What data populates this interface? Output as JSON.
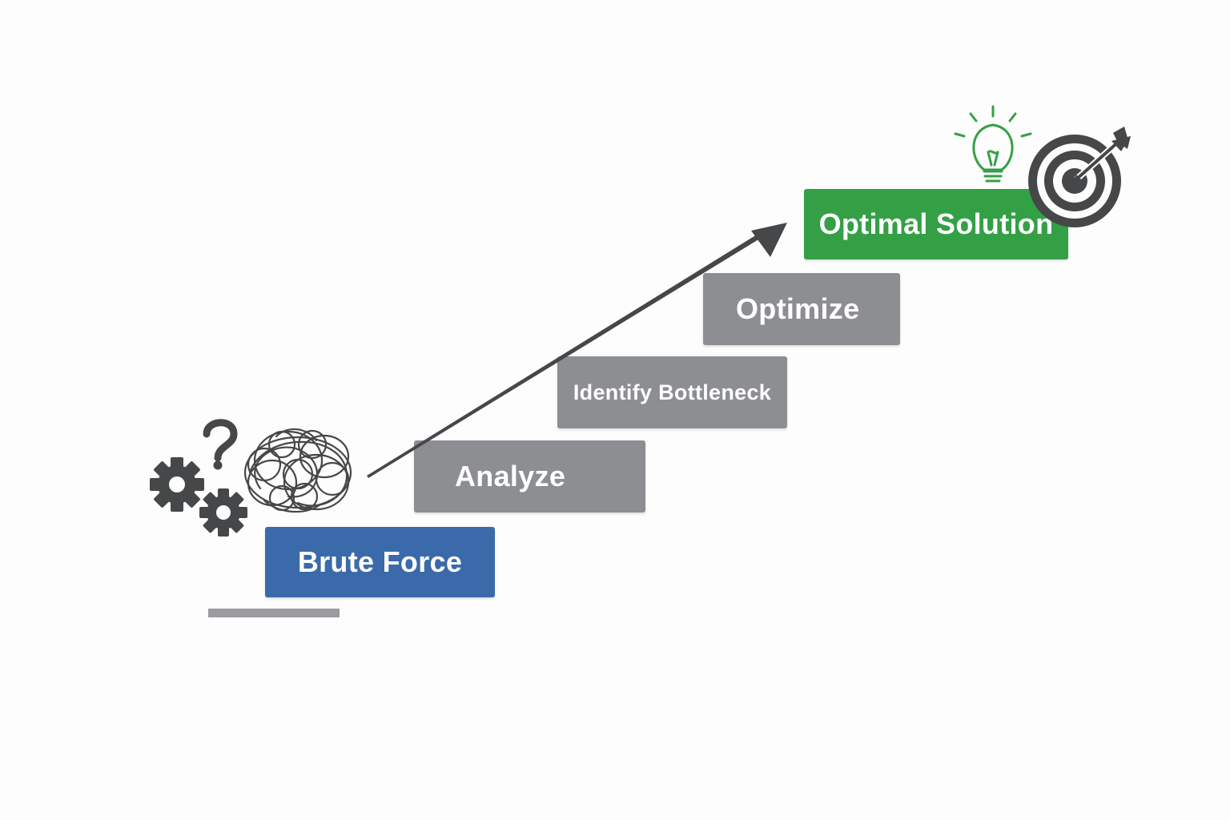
{
  "steps": {
    "brute_force": "Brute Force",
    "analyze": "Analyze",
    "identify_bottleneck": "Identify Bottleneck",
    "optimize": "Optimize",
    "optimal_solution": "Optimal Solution"
  },
  "colors": {
    "brute_force": "#3a6aaa",
    "intermediate": "#8c8e91",
    "optimal": "#34a045",
    "icon_dark": "#444649",
    "icon_green": "#34a045"
  },
  "icons": {
    "start_icons": [
      "gear-icon",
      "question-mark-icon",
      "tangled-scribble-icon"
    ],
    "end_icons": [
      "lightbulb-icon",
      "target-icon",
      "arrow-icon"
    ]
  }
}
